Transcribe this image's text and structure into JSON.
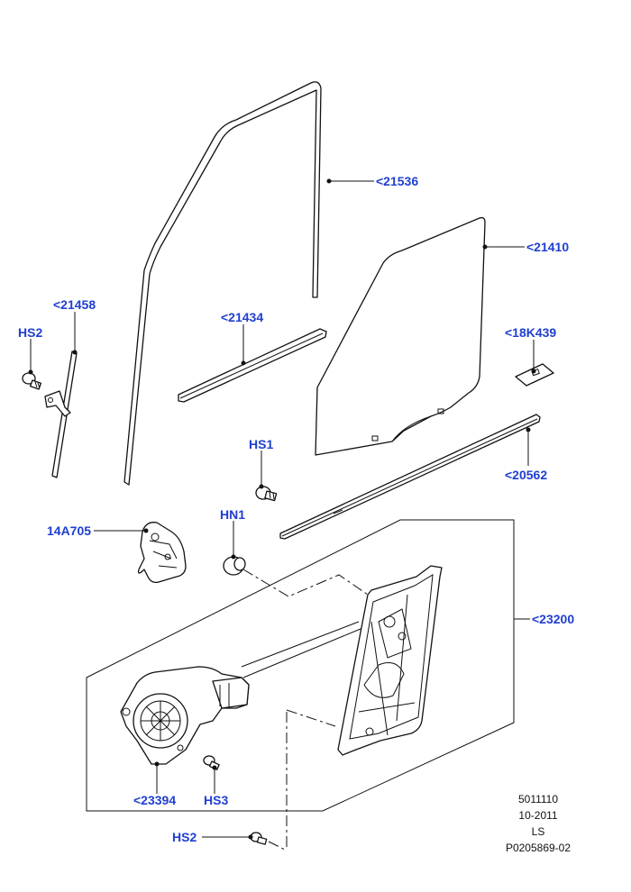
{
  "callouts": {
    "p21536": "<21536",
    "p21410": "<21410",
    "p21458": "<21458",
    "hs2_top": "HS2",
    "p21434": "<21434",
    "p18k439": "<18K439",
    "hs1": "HS1",
    "p20562": "<20562",
    "hn1": "HN1",
    "p14a705": "14A705",
    "p23200": "<23200",
    "p23394": "<23394",
    "hs3": "HS3",
    "hs2_bottom": "HS2"
  },
  "reference": {
    "line1": "5011110",
    "line2": "10-2011",
    "line3": "LS",
    "line4": "P0205869-02"
  },
  "colors": {
    "callout_text": "#1f3fd0",
    "line_art": "#111111",
    "background": "#ffffff"
  }
}
